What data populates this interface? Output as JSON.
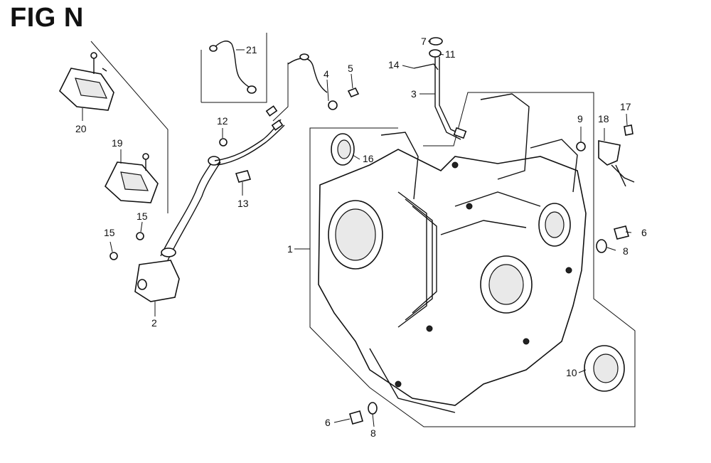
{
  "figure": {
    "title": "FIG N"
  },
  "callouts": [
    {
      "id": "c1",
      "label": "1"
    },
    {
      "id": "c2",
      "label": "2"
    },
    {
      "id": "c3",
      "label": "3"
    },
    {
      "id": "c4",
      "label": "4"
    },
    {
      "id": "c5",
      "label": "5"
    },
    {
      "id": "c6a",
      "label": "6"
    },
    {
      "id": "c6b",
      "label": "6"
    },
    {
      "id": "c7",
      "label": "7"
    },
    {
      "id": "c8a",
      "label": "8"
    },
    {
      "id": "c8b",
      "label": "8"
    },
    {
      "id": "c9",
      "label": "9"
    },
    {
      "id": "c10",
      "label": "10"
    },
    {
      "id": "c11",
      "label": "11"
    },
    {
      "id": "c12",
      "label": "12"
    },
    {
      "id": "c13",
      "label": "13"
    },
    {
      "id": "c14",
      "label": "14"
    },
    {
      "id": "c15a",
      "label": "15"
    },
    {
      "id": "c15b",
      "label": "15"
    },
    {
      "id": "c16",
      "label": "16"
    },
    {
      "id": "c17",
      "label": "17"
    },
    {
      "id": "c18",
      "label": "18"
    },
    {
      "id": "c19",
      "label": "19"
    },
    {
      "id": "c20",
      "label": "20"
    },
    {
      "id": "c21",
      "label": "21"
    }
  ]
}
